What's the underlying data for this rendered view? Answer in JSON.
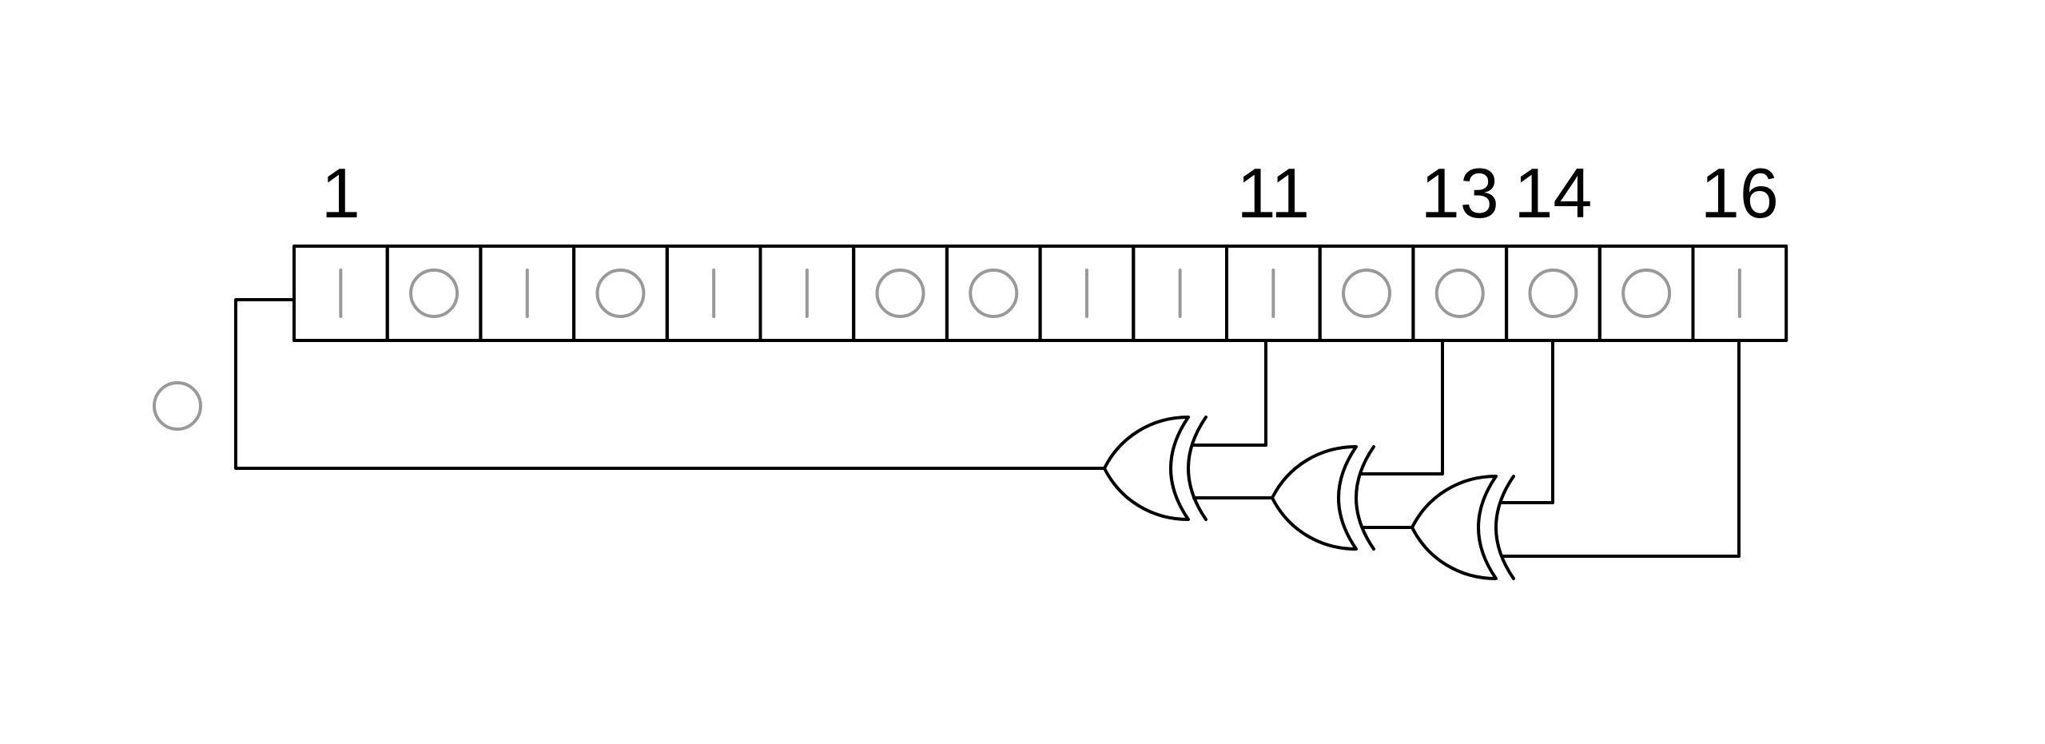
{
  "register": {
    "bits": [
      "1",
      "0",
      "1",
      "0",
      "1",
      "1",
      "0",
      "0",
      "1",
      "1",
      "1",
      "0",
      "0",
      "0",
      "0",
      "1"
    ],
    "output_bit": "0"
  },
  "taps": [
    {
      "label": "1",
      "cell": 1
    },
    {
      "label": "11",
      "cell": 11
    },
    {
      "label": "13",
      "cell": 13
    },
    {
      "label": "14",
      "cell": 14
    },
    {
      "label": "16",
      "cell": 16
    }
  ],
  "gates": [
    "xor",
    "xor",
    "xor"
  ],
  "colors": {
    "stroke": "#000000",
    "bit": "#999999",
    "background": "#ffffff"
  }
}
